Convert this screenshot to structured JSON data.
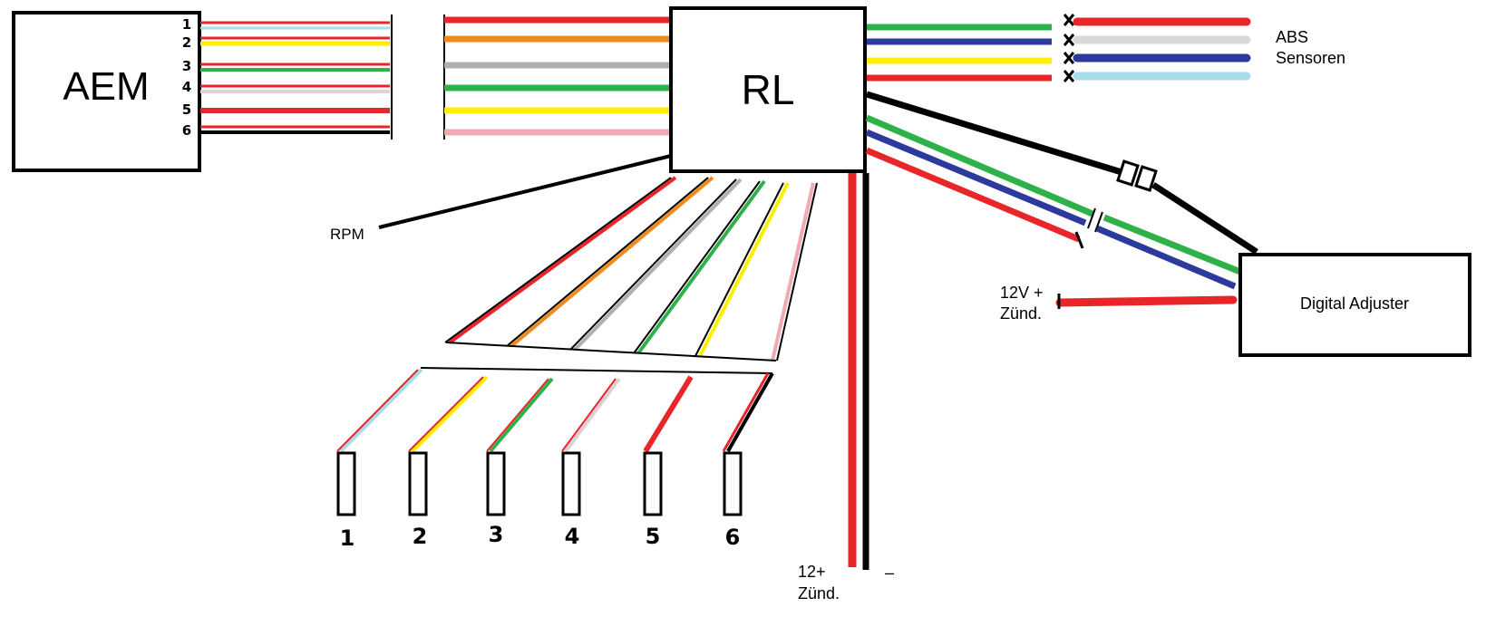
{
  "boxes": {
    "aem": "AEM",
    "rl": "RL",
    "digital_adjuster": "Digital Adjuster"
  },
  "aem_pins": [
    "1",
    "2",
    "3",
    "4",
    "5",
    "6"
  ],
  "labels": {
    "abs_line1": "ABS",
    "abs_line2": "Sensoren",
    "rpm": "RPM",
    "power_12v_line1": "12V +",
    "power_12v_line2": "Zünd.",
    "rl_power_line1": "12+",
    "rl_power_line2": "Zünd.",
    "ground": "–"
  },
  "connectors": [
    "1",
    "2",
    "3",
    "4",
    "5",
    "6"
  ],
  "colors": {
    "red": "#e8262a",
    "orange": "#f08a1d",
    "gray": "#b0b0b0",
    "light_gray": "#d8d8d8",
    "green": "#2fb14a",
    "yellow": "#ffee00",
    "pink": "#f4a9b2",
    "blue": "#2b3a9c",
    "light_blue": "#a6dce8",
    "black": "#000000"
  }
}
